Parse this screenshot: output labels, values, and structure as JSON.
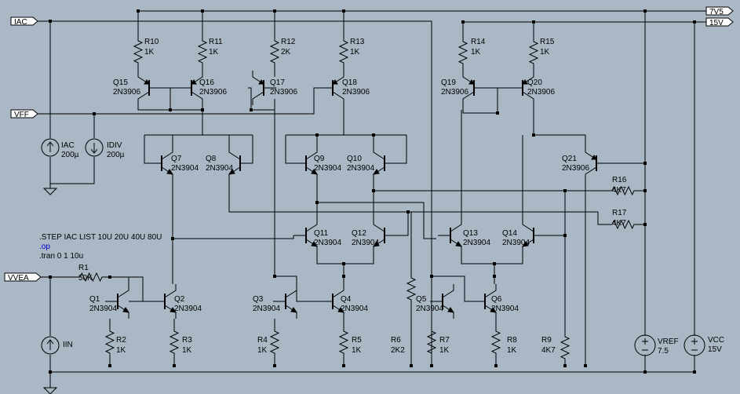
{
  "nets": {
    "iac": "IAC",
    "vff": "VFF",
    "vvea": "VVEA",
    "v7v5": "7V5",
    "v15": "15V"
  },
  "resistors": [
    {
      "ref": "R1",
      "value": "50K"
    },
    {
      "ref": "R2",
      "value": "1K"
    },
    {
      "ref": "R3",
      "value": "1K"
    },
    {
      "ref": "R4",
      "value": "1K"
    },
    {
      "ref": "R5",
      "value": "1K"
    },
    {
      "ref": "R6",
      "value": "2K2"
    },
    {
      "ref": "R7",
      "value": "1K"
    },
    {
      "ref": "R8",
      "value": "1K"
    },
    {
      "ref": "R9",
      "value": "4K7"
    },
    {
      "ref": "R10",
      "value": "1K"
    },
    {
      "ref": "R11",
      "value": "1K"
    },
    {
      "ref": "R12",
      "value": "2K"
    },
    {
      "ref": "R13",
      "value": "1K"
    },
    {
      "ref": "R14",
      "value": "1K"
    },
    {
      "ref": "R15",
      "value": "1K"
    },
    {
      "ref": "R16",
      "value": "4K7"
    },
    {
      "ref": "R17",
      "value": "4K7"
    }
  ],
  "transistors": [
    {
      "ref": "Q1",
      "model": "2N3904"
    },
    {
      "ref": "Q2",
      "model": "2N3904"
    },
    {
      "ref": "Q3",
      "model": "2N3904"
    },
    {
      "ref": "Q4",
      "model": "2N3904"
    },
    {
      "ref": "Q5",
      "model": "2N3904"
    },
    {
      "ref": "Q6",
      "model": "2N3904"
    },
    {
      "ref": "Q7",
      "model": "2N3904"
    },
    {
      "ref": "Q8",
      "model": "2N3904"
    },
    {
      "ref": "Q9",
      "model": "2N3904"
    },
    {
      "ref": "Q10",
      "model": "2N3904"
    },
    {
      "ref": "Q11",
      "model": "2N3904"
    },
    {
      "ref": "Q12",
      "model": "2N3904"
    },
    {
      "ref": "Q13",
      "model": "2N3904"
    },
    {
      "ref": "Q14",
      "model": "2N3904"
    },
    {
      "ref": "Q15",
      "model": "2N3906"
    },
    {
      "ref": "Q16",
      "model": "2N3906"
    },
    {
      "ref": "Q17",
      "model": "2N3906"
    },
    {
      "ref": "Q18",
      "model": "2N3906"
    },
    {
      "ref": "Q19",
      "model": "2N3906"
    },
    {
      "ref": "Q20",
      "model": "2N3906"
    },
    {
      "ref": "Q21",
      "model": "2N3906"
    }
  ],
  "current_sources": [
    {
      "ref": "IAC",
      "value": "200µ"
    },
    {
      "ref": "IDIV",
      "value": "200µ"
    },
    {
      "ref": "IIN",
      "value": ""
    }
  ],
  "voltage_sources": [
    {
      "ref": "VREF",
      "value": "7.5"
    },
    {
      "ref": "VCC",
      "value": "15V"
    }
  ],
  "directives": {
    "step": ".STEP IAC LIST 10U 20U 40U 80U",
    "op": ".op",
    "tran": ".tran 0 1 10u"
  }
}
